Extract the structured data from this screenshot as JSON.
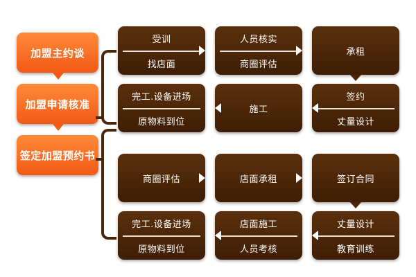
{
  "colors": {
    "stage_orange": "#f25a16",
    "box_brown": "#4a2508",
    "text": "#ffffff"
  },
  "stages": [
    {
      "label": "加盟主约谈"
    },
    {
      "label": "加盟申请核准"
    },
    {
      "label": "签定加盟预约书"
    }
  ],
  "group1": {
    "row1": [
      {
        "top": "受训",
        "bottom": "找店面"
      },
      {
        "top": "人员核实",
        "bottom": "商圈评估"
      },
      {
        "label": "承租"
      }
    ],
    "row2": [
      {
        "top": "完工.设备进场",
        "bottom": "原物料到位"
      },
      {
        "label": "施工"
      },
      {
        "top": "签约",
        "bottom": "丈量设计"
      }
    ]
  },
  "group2": {
    "row1": [
      {
        "label": "商圈评估"
      },
      {
        "label": "店面承租"
      },
      {
        "label": "签订合同"
      }
    ],
    "row2": [
      {
        "top": "完工.设备进场",
        "bottom": "原物料到位"
      },
      {
        "top": "店面施工",
        "bottom": "人员考核"
      },
      {
        "top": "丈量设计",
        "bottom": "教育训练"
      }
    ]
  }
}
